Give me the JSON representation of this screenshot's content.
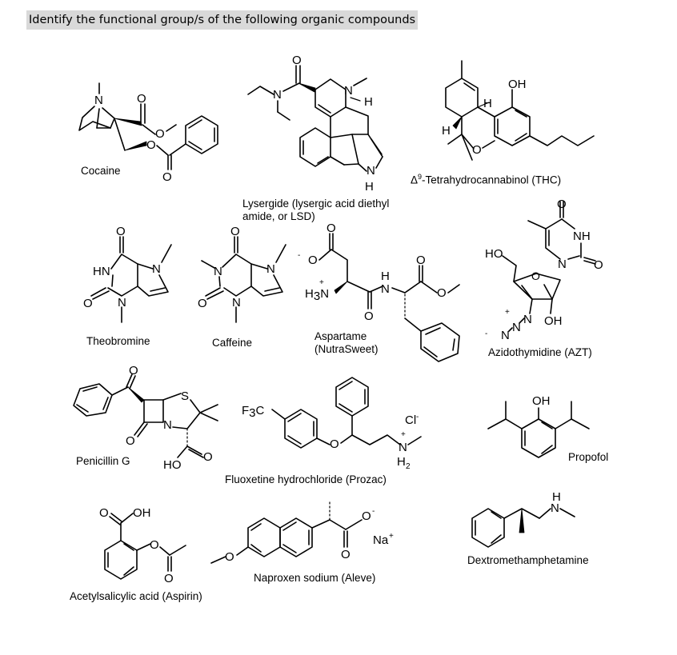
{
  "heading": "Identify the functional group/s of the following organic compounds",
  "compounds": {
    "cocaine": "Cocaine",
    "lsd_line1": "Lysergide (lysergic acid diethyl",
    "lsd_line2": "amide, or LSD)",
    "thc_sup": "9",
    "thc": "-Tetrahydrocannabinol (THC)",
    "theobromine": "Theobromine",
    "caffeine": "Caffeine",
    "aspartame_line1": "Aspartame",
    "aspartame_line2": "(NutraSweet)",
    "azt": "Azidothymidine (AZT)",
    "penicillin": "Penicillin G",
    "fluoxetine": "Fluoxetine hydrochloride (Prozac)",
    "propofol": "Propofol",
    "aspirin": "Acetylsalicylic acid (Aspirin)",
    "naproxen": "Naproxen sodium (Aleve)",
    "dextro": "Dextromethamphetamine"
  }
}
